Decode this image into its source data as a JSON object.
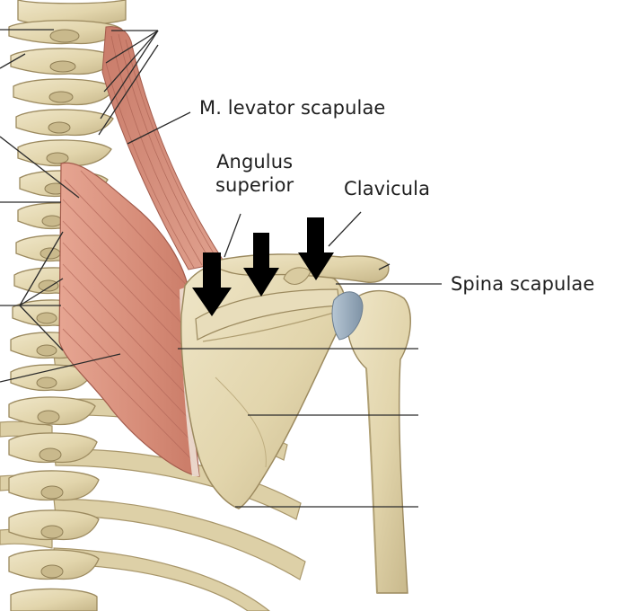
{
  "labels": {
    "levator_scapulae": "M. levator scapulae",
    "angulus_superior_line1": "Angulus",
    "angulus_superior_line2": "superior",
    "clavicula": "Clavicula",
    "spina_scapulae": "Spina scapulae"
  },
  "colors": {
    "bone": "#e3d7b2",
    "bone_shadow": "#b7a67a",
    "muscle": "#d8907c",
    "muscle_fiber": "#b9685a",
    "leader_line": "#2a2a2a",
    "arrow": "#000000",
    "cartilage": "#9fb1c2",
    "background": "#ffffff"
  }
}
